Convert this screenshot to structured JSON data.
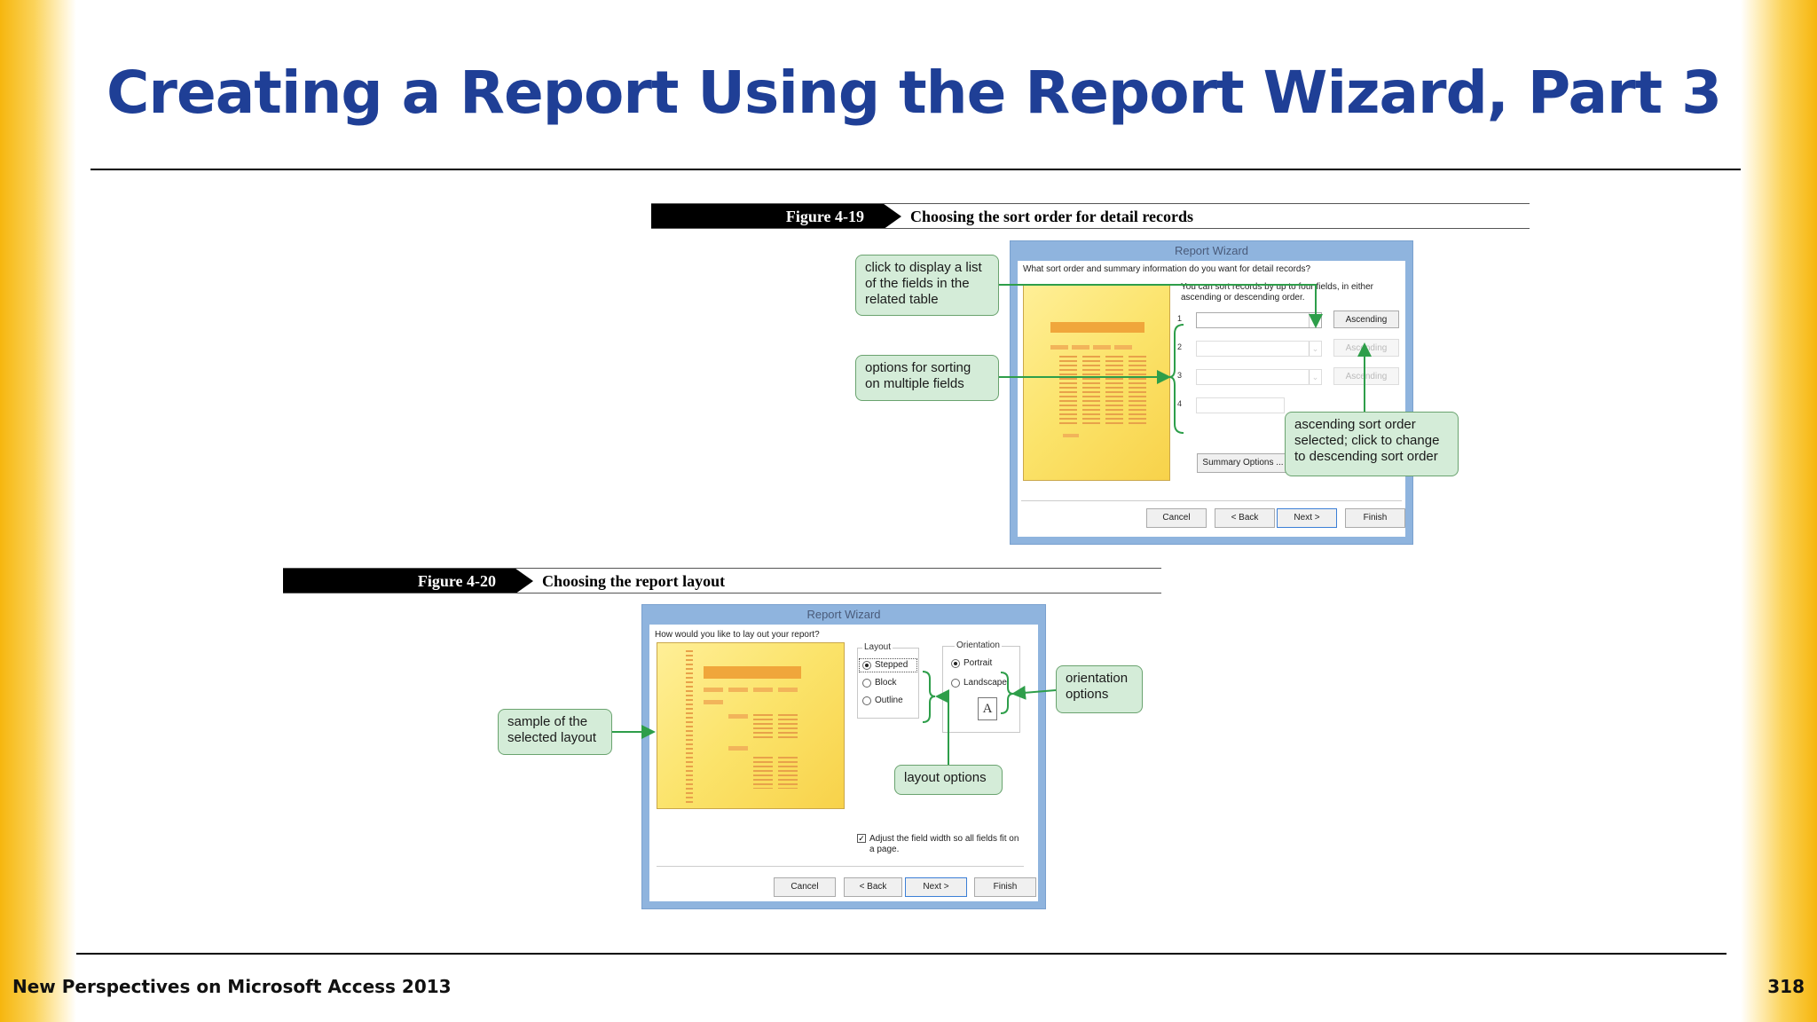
{
  "slide": {
    "title": "Creating a Report Using the Report Wizard, Part 3",
    "footer_left": "New Perspectives on Microsoft Access 2013",
    "page_number": "318"
  },
  "figure1": {
    "label": "Figure 4-19",
    "caption": "Choosing the sort order for detail records",
    "window": {
      "title": "Report Wizard",
      "question": "What sort order and summary information do you want for detail records?",
      "hint_line1": "You can sort records by up to four fields, in either",
      "hint_line2": "ascending or descending order.",
      "rows": [
        {
          "num": "1",
          "button": "Ascending"
        },
        {
          "num": "2",
          "button": "Ascending"
        },
        {
          "num": "3",
          "button": "Ascending"
        },
        {
          "num": "4",
          "button": ""
        }
      ],
      "summary_button": "Summary Options ...",
      "cancel": "Cancel",
      "back": "< Back",
      "next": "Next >",
      "finish": "Finish"
    },
    "callouts": {
      "display_list": "click to display a list of the fields in the related table",
      "multiple_fields": "options for sorting on multiple fields",
      "ascending": "ascending sort order selected; click to change to descending sort order"
    }
  },
  "figure2": {
    "label": "Figure 4-20",
    "caption": "Choosing the report layout",
    "window": {
      "title": "Report Wizard",
      "question": "How would you like to lay out your report?",
      "layout_label": "Layout",
      "layout_options": [
        "Stepped",
        "Block",
        "Outline"
      ],
      "orientation_label": "Orientation",
      "orientation_options": [
        "Portrait",
        "Landscape"
      ],
      "orientation_glyph": "A",
      "adjust_line1": "Adjust the field width so all fields fit on",
      "adjust_line2": "a page.",
      "cancel": "Cancel",
      "back": "< Back",
      "next": "Next >",
      "finish": "Finish"
    },
    "callouts": {
      "sample": "sample of the selected layout",
      "orientation": "orientation options",
      "layout": "layout options"
    }
  }
}
